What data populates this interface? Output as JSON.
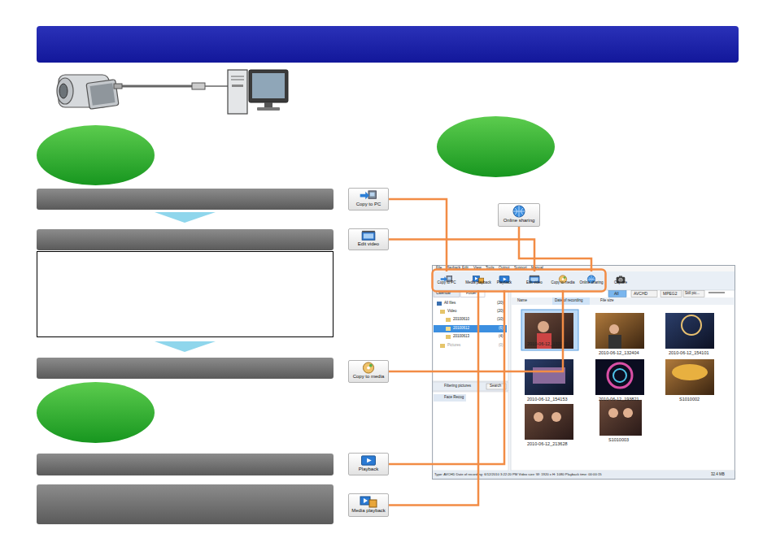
{
  "diagram": {
    "nodes": [
      {
        "text": [
          "Copy to PC"
        ]
      },
      {
        "text": [
          "Edit video"
        ]
      },
      {
        "text": [
          "Copy to media"
        ]
      },
      {
        "text": [
          "Playback"
        ]
      },
      {
        "text": [
          "Media playback"
        ]
      },
      {
        "text": [
          "Online sharing"
        ]
      },
      {
        "text": [
          "Copy to PC"
        ]
      },
      {
        "text": [
          "Media playback"
        ]
      },
      {
        "text": [
          "Playback"
        ]
      },
      {
        "text": [
          "Edit video"
        ]
      },
      {
        "text": [
          "Copy to media"
        ]
      },
      {
        "text": [
          "Online sharing"
        ]
      },
      {
        "text": [
          "Capture"
        ]
      }
    ],
    "edges": [
      {
        "from": 0,
        "to": 6,
        "arrow": "none"
      },
      {
        "from": 1,
        "to": 9,
        "arrow": "none"
      },
      {
        "from": 5,
        "to": 11,
        "arrow": "none"
      },
      {
        "from": 2,
        "to": 10,
        "arrow": "none"
      },
      {
        "from": 3,
        "to": 8,
        "arrow": "none"
      },
      {
        "from": 4,
        "to": 7,
        "arrow": "none"
      }
    ],
    "labels": [
      "File",
      "Playback",
      "Edit",
      "View",
      "Tools",
      "Output",
      "Support",
      "Manual",
      "All",
      "AVCHD",
      "MPEG2",
      "Still pic...",
      "Calendar",
      "Folder",
      "All files",
      "(20)",
      "Video",
      "(20)",
      "20100610",
      "(10)",
      "20100612",
      "(6)",
      "20100613",
      "(4)",
      "Pictures",
      "(0)",
      "Name",
      "Date of recording",
      "File size",
      "2010-06-12_132220",
      "2010-06-12_132404",
      "2010-06-12_154101",
      "2010-06-12_154153",
      "2010-06-12_193821",
      "S1010002",
      "2010-06-12_213628",
      "S1010003",
      "Filtering pictures",
      "Search",
      "Face Recog",
      "Type: AVCHD Date of recording: 6/12/2010 3:22:20 PM Video size: W: 1920 x H: 1080 Playback time: 00:00:15",
      "32.4 MB"
    ]
  }
}
